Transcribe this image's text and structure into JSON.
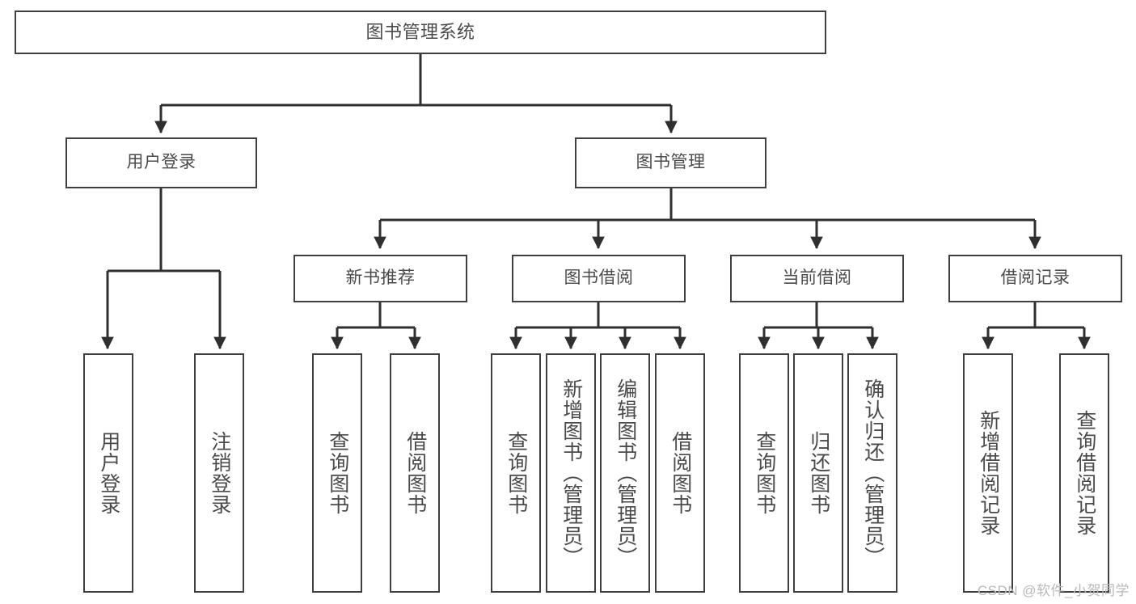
{
  "diagram": {
    "type": "tree",
    "title": "图书管理系统",
    "orientation": "top-down",
    "colors": {
      "background": "#ffffff",
      "box_border": "#3f3f3f",
      "box_fill": "#ffffff",
      "text": "#4a4a4a",
      "edge": "#2f2f2f",
      "watermark": "#b9b9b9"
    },
    "watermark": "CSDN @软件_小贺同学",
    "nodes": {
      "root": {
        "label": "图书管理系统"
      },
      "level2": [
        {
          "label": "用户登录"
        },
        {
          "label": "图书管理"
        }
      ],
      "level3": [
        {
          "label": "新书推荐"
        },
        {
          "label": "图书借阅"
        },
        {
          "label": "当前借阅"
        },
        {
          "label": "借阅记录"
        }
      ],
      "leaves": {
        "user_login": [
          {
            "label": "用户登录"
          },
          {
            "label": "注销登录"
          }
        ],
        "new_book_recommend": [
          {
            "label": "查询图书"
          },
          {
            "label": "借阅图书"
          }
        ],
        "book_borrow": [
          {
            "label": "查询图书"
          },
          {
            "label": "新增图书（管理员）"
          },
          {
            "label": "编辑图书（管理员）"
          },
          {
            "label": "借阅图书"
          }
        ],
        "current_borrow": [
          {
            "label": "查询图书"
          },
          {
            "label": "归还图书"
          },
          {
            "label": "确认归还（管理员）"
          }
        ],
        "borrow_records": [
          {
            "label": "新增借阅记录"
          },
          {
            "label": "查询借阅记录"
          }
        ]
      }
    }
  }
}
